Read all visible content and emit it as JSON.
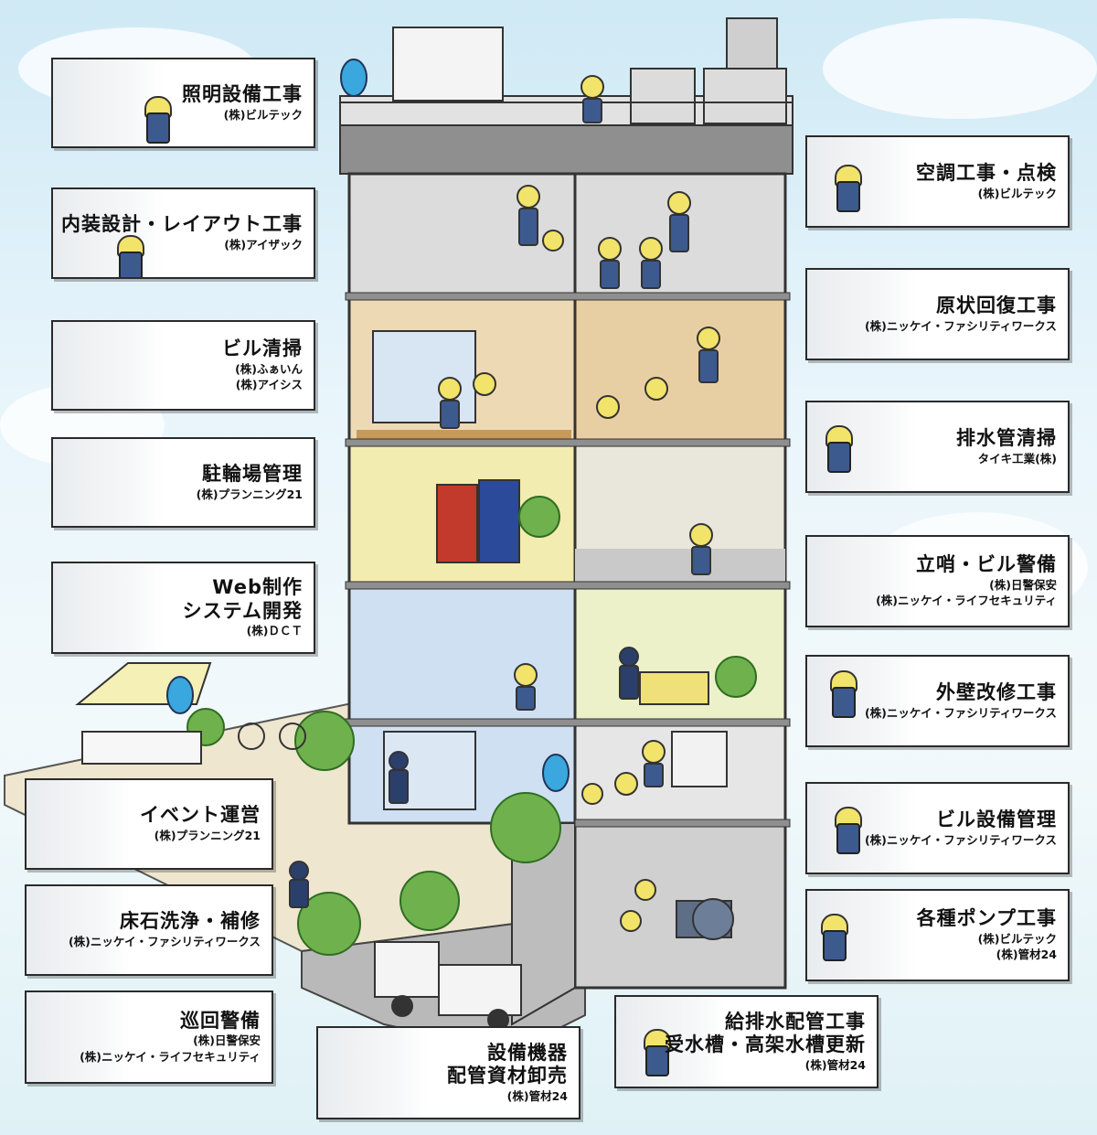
{
  "services_left": [
    {
      "title_lines": [
        "照明設備工事"
      ],
      "companies": [
        "(株)ビルテック"
      ]
    },
    {
      "title_lines": [
        "内装設計・レイアウト工事"
      ],
      "companies": [
        "(株)アイザック"
      ]
    },
    {
      "title_lines": [
        "ビル清掃"
      ],
      "companies": [
        "(株)ふぁいん",
        "(株)アイシス"
      ]
    },
    {
      "title_lines": [
        "駐輪場管理"
      ],
      "companies": [
        "(株)プランニング21"
      ]
    },
    {
      "title_lines": [
        "Web制作",
        "システム開発"
      ],
      "companies": [
        "(株)ＤＣＴ"
      ]
    },
    {
      "title_lines": [
        "イベント運営"
      ],
      "companies": [
        "(株)プランニング21"
      ]
    },
    {
      "title_lines": [
        "床石洗浄・補修"
      ],
      "companies": [
        "(株)ニッケイ・ファシリティワークス"
      ]
    },
    {
      "title_lines": [
        "巡回警備"
      ],
      "companies": [
        "(株)日警保安",
        "(株)ニッケイ・ライフセキュリティ"
      ]
    }
  ],
  "services_right": [
    {
      "title_lines": [
        "空調工事・点検"
      ],
      "companies": [
        "(株)ビルテック"
      ]
    },
    {
      "title_lines": [
        "原状回復工事"
      ],
      "companies": [
        "(株)ニッケイ・ファシリティワークス"
      ]
    },
    {
      "title_lines": [
        "排水管清掃"
      ],
      "companies": [
        "タイキ工業(株)"
      ]
    },
    {
      "title_lines": [
        "立哨・ビル警備"
      ],
      "companies": [
        "(株)日警保安",
        "(株)ニッケイ・ライフセキュリティ"
      ]
    },
    {
      "title_lines": [
        "外壁改修工事"
      ],
      "companies": [
        "(株)ニッケイ・ファシリティワークス"
      ]
    },
    {
      "title_lines": [
        "ビル設備管理"
      ],
      "companies": [
        "(株)ニッケイ・ファシリティワークス"
      ]
    },
    {
      "title_lines": [
        "各種ポンプ工事"
      ],
      "companies": [
        "(株)ビルテック",
        "(株)管材24"
      ]
    }
  ],
  "services_bottom": [
    {
      "title_lines": [
        "設備機器",
        "配管資材卸売"
      ],
      "companies": [
        "(株)管材24"
      ]
    },
    {
      "title_lines": [
        "給排水配管工事",
        "受水槽・高架水槽更新"
      ],
      "companies": [
        "(株)管材24"
      ]
    }
  ],
  "colors": {
    "helmet": "#f2e36a",
    "uniform": "#3d5a8f",
    "sky": "#cfe9f5",
    "wood_floor": "#c89a5a",
    "lounge_wall": "#f3ecb0",
    "glass": "#cfe0f3",
    "vending_red": "#c23a2b",
    "vending_blue": "#2b4a9a"
  },
  "icons": [
    "owl-mascot-icon",
    "worker-icon",
    "guard-icon",
    "tree-icon",
    "bicycle-icon",
    "truck-icon",
    "pump-icon"
  ]
}
